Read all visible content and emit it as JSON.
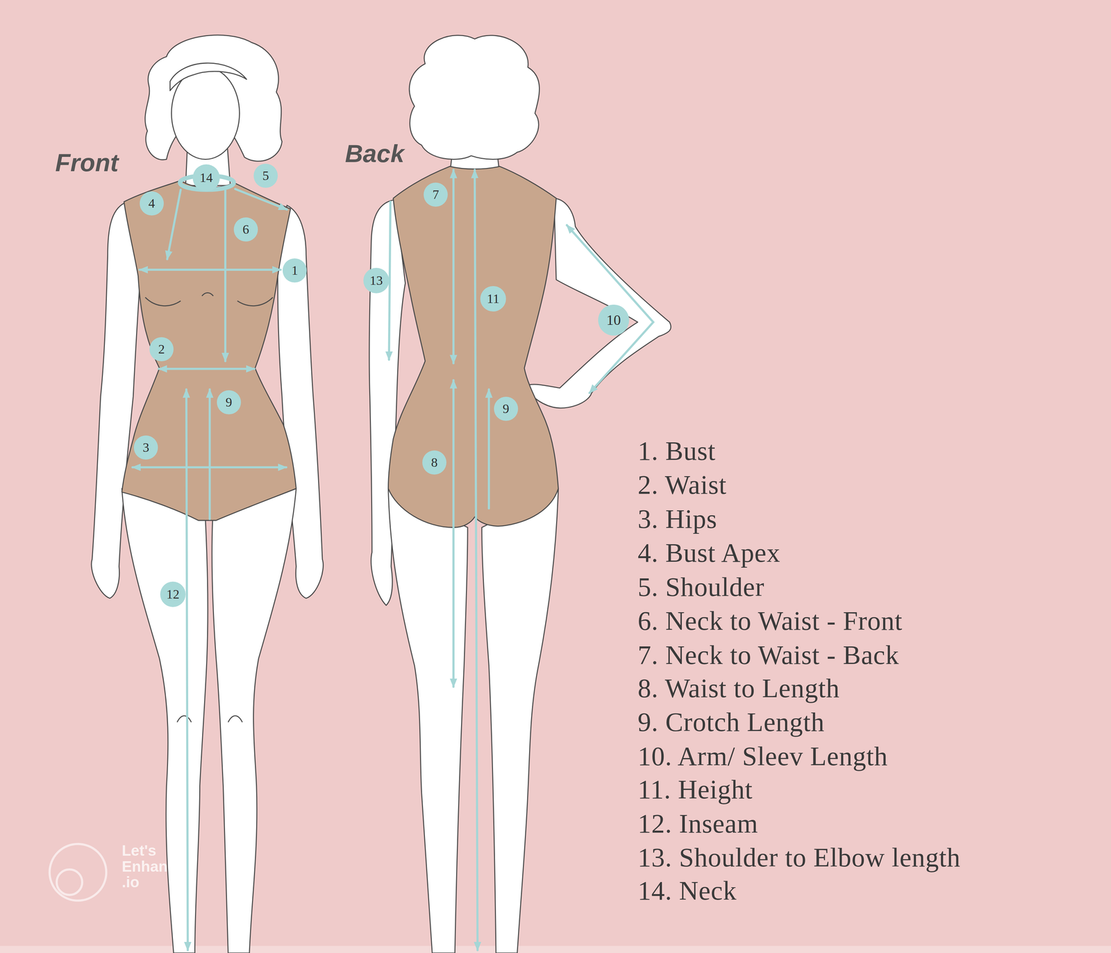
{
  "diagram": {
    "nodes": [
      {
        "text": [
          "14"
        ]
      },
      {
        "text": [
          "5"
        ]
      },
      {
        "text": [
          "4"
        ]
      },
      {
        "text": [
          "6"
        ]
      },
      {
        "text": [
          "1"
        ]
      },
      {
        "text": [
          "2"
        ]
      },
      {
        "text": [
          "9"
        ]
      },
      {
        "text": [
          "3"
        ]
      },
      {
        "text": [
          "12"
        ]
      },
      {
        "text": [
          "7"
        ]
      },
      {
        "text": [
          "13"
        ]
      },
      {
        "text": [
          "11"
        ]
      },
      {
        "text": [
          "10"
        ]
      },
      {
        "text": [
          "9"
        ]
      },
      {
        "text": [
          "8"
        ]
      }
    ],
    "labels": [
      "Front",
      "Back",
      "1. Bust",
      "2. Waist",
      "3. Hips",
      "4. Bust Apex",
      "5. Shoulder",
      "6. Neck to Waist - Front",
      "7. Neck to Waist - Back",
      "8. Waist to Length",
      "9. Crotch Length",
      "10. Arm/ Sleev Length",
      "11. Height",
      "12. Inseam",
      "13. Shoulder to Elbow length",
      "14. Neck",
      "Let's Enhance .io"
    ]
  }
}
